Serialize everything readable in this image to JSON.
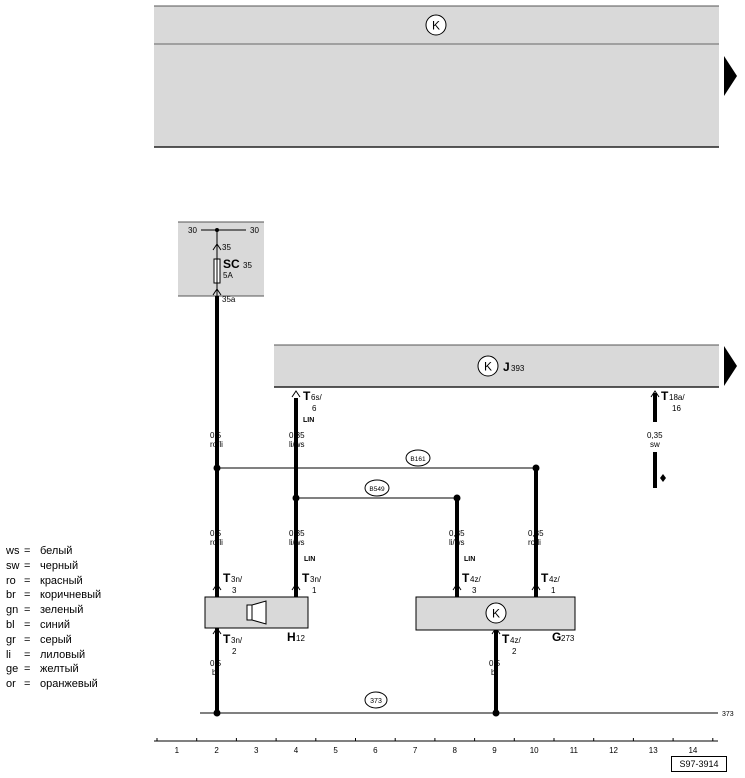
{
  "top_unit": {
    "symbol": "K"
  },
  "power": {
    "terminal_left": "30",
    "terminal_right": "30",
    "fuse_in": "35",
    "fuse_name": "SC",
    "fuse_sub": "35",
    "fuse_rating": "5A",
    "fuse_out": "35a"
  },
  "j393": {
    "name": "J",
    "sub": "393"
  },
  "connectors": {
    "t6s_name": "T",
    "t6s_sub": "6s/",
    "t6s_pin": "6",
    "t18a_name": "T",
    "t18a_sub": "18a/",
    "t18a_pin": "16",
    "t3n3_name": "T",
    "t3n3_sub": "3n/",
    "t3n3_pin": "3",
    "t3n1_name": "T",
    "t3n1_sub": "3n/",
    "t3n1_pin": "1",
    "t3n2_name": "T",
    "t3n2_sub": "3n/",
    "t3n2_pin": "2",
    "t4z3_name": "T",
    "t4z3_sub": "4z/",
    "t4z3_pin": "3",
    "t4z1_name": "T",
    "t4z1_sub": "4z/",
    "t4z1_pin": "1",
    "t4z2_name": "T",
    "t4z2_sub": "4z/",
    "t4z2_pin": "2"
  },
  "wires": {
    "w1_size": "0,5",
    "w1_color": "ro/li",
    "w2_size": "0,35",
    "w2_color": "li/ws",
    "w2_tag": "LIN",
    "w3_size": "0,35",
    "w3_color": "sw",
    "w4_size": "0,5",
    "w4_color": "ro/li",
    "w5_size": "0,35",
    "w5_color": "li/ws",
    "w5_tag": "LIN",
    "w6_size": "0,35",
    "w6_color": "li/ws",
    "w6_tag": "LIN",
    "w7_size": "0,35",
    "w7_color": "ro/li",
    "w8_size": "0,5",
    "w8_color": "br",
    "w9_size": "0,5",
    "w9_color": "br"
  },
  "junctions": {
    "b161": "B161",
    "b549": "B549",
    "ref373": "373",
    "ground_label": "373"
  },
  "components": {
    "h12_name": "H",
    "h12_sub": "12",
    "g273_name": "G",
    "g273_sub": "273"
  },
  "grid": [
    "1",
    "2",
    "3",
    "4",
    "5",
    "6",
    "7",
    "8",
    "9",
    "10",
    "11",
    "12",
    "13",
    "14"
  ],
  "doc_id": "S97-3914",
  "legend": [
    {
      "code": "ws",
      "name": "белый"
    },
    {
      "code": "sw",
      "name": "черный"
    },
    {
      "code": "ro",
      "name": "красный"
    },
    {
      "code": "br",
      "name": "коричневый"
    },
    {
      "code": "gn",
      "name": "зеленый"
    },
    {
      "code": "bl",
      "name": "синий"
    },
    {
      "code": "gr",
      "name": "серый"
    },
    {
      "code": "li",
      "name": "лиловый"
    },
    {
      "code": "ge",
      "name": "желтый"
    },
    {
      "code": "or",
      "name": "оранжевый"
    }
  ]
}
